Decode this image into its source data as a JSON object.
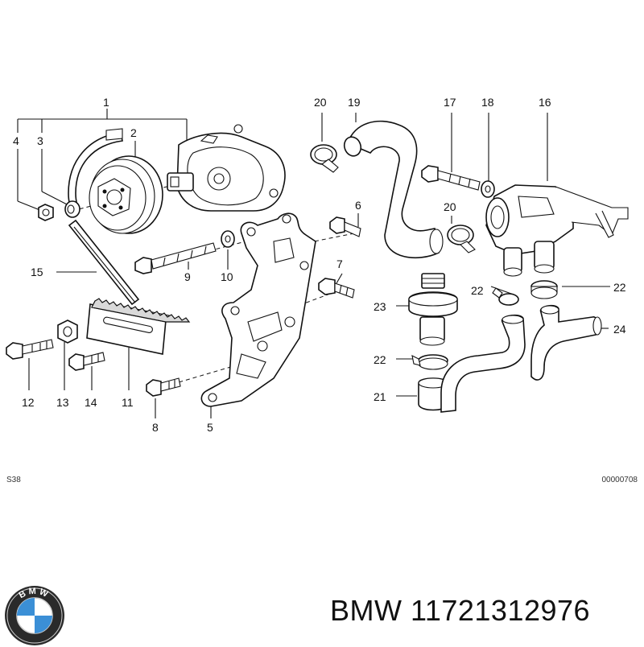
{
  "callouts": [
    "1",
    "2",
    "3",
    "4",
    "5",
    "6",
    "7",
    "8",
    "9",
    "10",
    "11",
    "12",
    "13",
    "14",
    "15",
    "16",
    "17",
    "18",
    "19",
    "20",
    "20",
    "21",
    "22",
    "22",
    "22",
    "23",
    "24"
  ],
  "diagram_code": "S38",
  "diagram_number": "00000708",
  "brand": {
    "logo_letters": "BMW",
    "label": "BMW",
    "part_number": "11721312976"
  }
}
